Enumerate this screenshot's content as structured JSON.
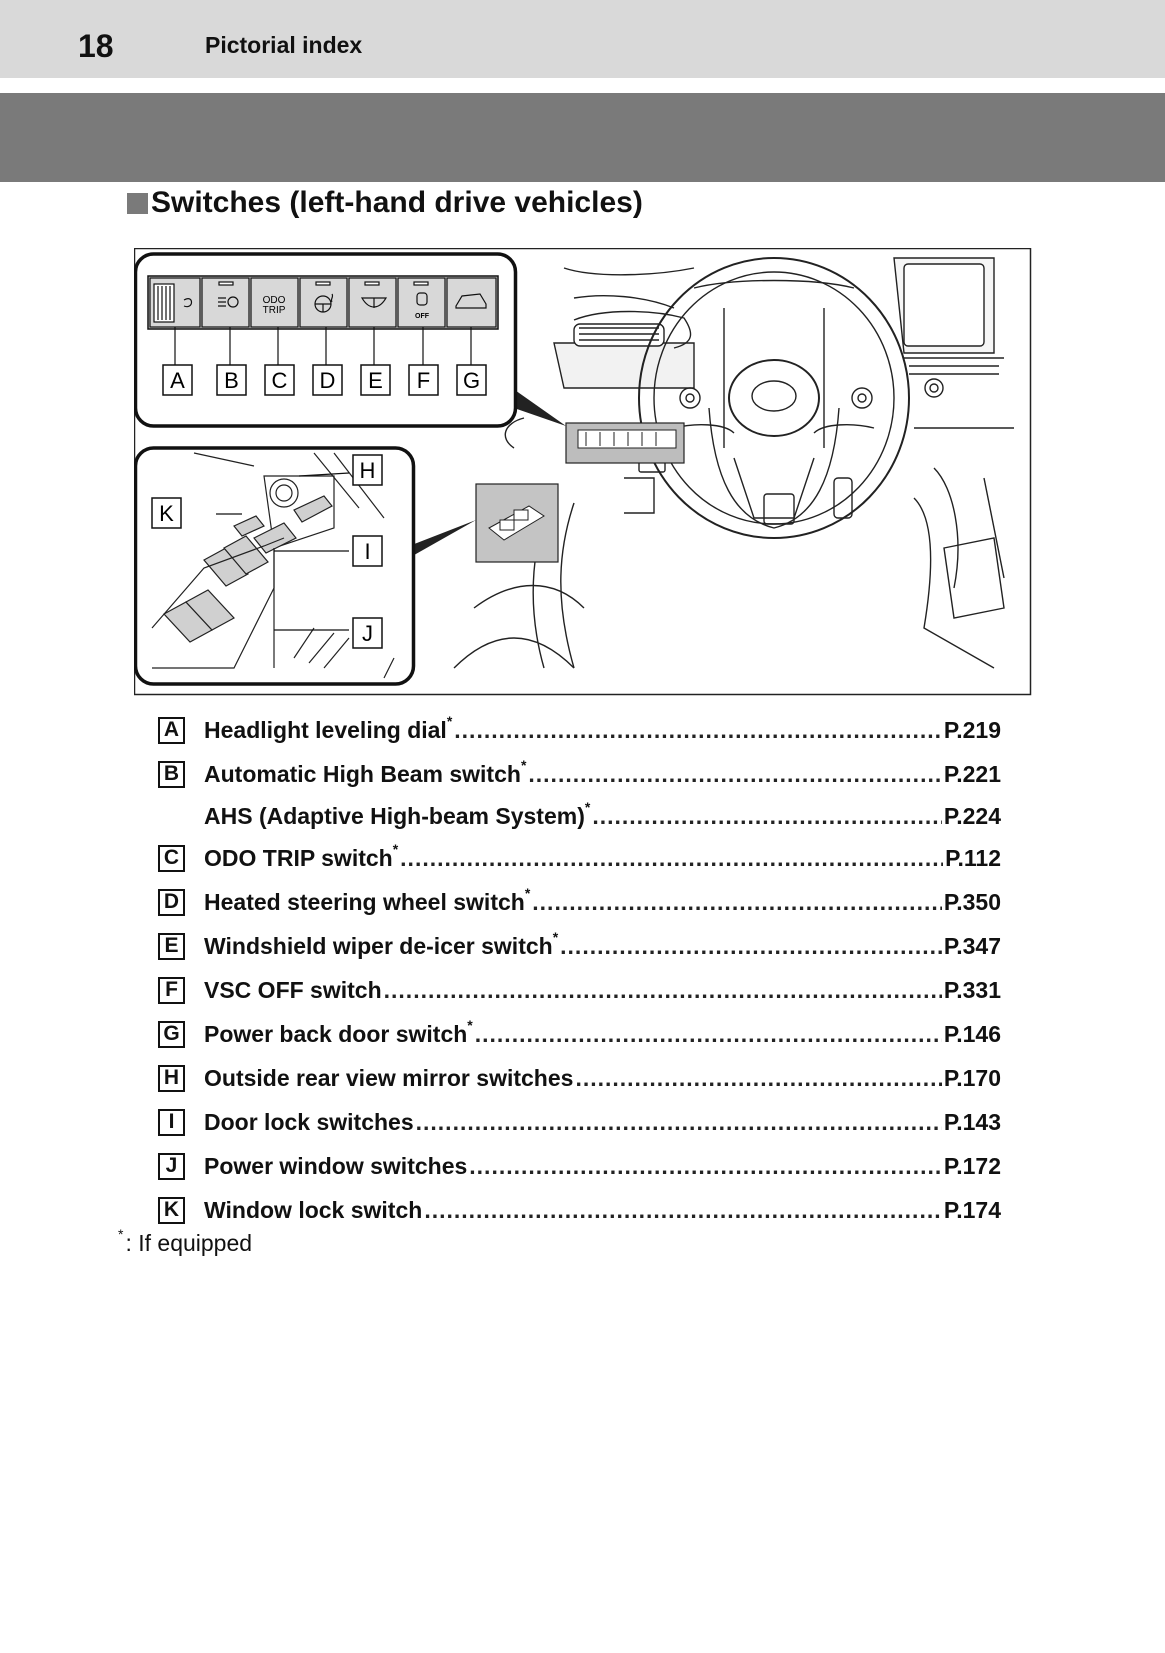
{
  "header": {
    "page_number": "18",
    "title": "Pictorial index"
  },
  "section": {
    "title": "Switches (left-hand drive vehicles)"
  },
  "figure": {
    "callouts": [
      "A",
      "B",
      "C",
      "D",
      "E",
      "F",
      "G",
      "H",
      "I",
      "J",
      "K"
    ],
    "odo_label_top": "ODO",
    "odo_label_bottom": "TRIP",
    "vsc_label": "OFF"
  },
  "entries": [
    {
      "letter": "A",
      "label": "Headlight leveling dial",
      "asterisk": true,
      "page": "P.219"
    },
    {
      "letter": "B",
      "label": "Automatic High Beam switch",
      "asterisk": true,
      "page": "P.221"
    },
    {
      "letter": "",
      "label": "AHS (Adaptive High-beam System)",
      "asterisk": true,
      "page": "P.224"
    },
    {
      "letter": "C",
      "label": "ODO TRIP switch",
      "asterisk": true,
      "page": "P.112"
    },
    {
      "letter": "D",
      "label": "Heated steering wheel switch",
      "asterisk": true,
      "page": "P.350"
    },
    {
      "letter": "E",
      "label": "Windshield wiper de-icer switch",
      "asterisk": true,
      "page": "P.347"
    },
    {
      "letter": "F",
      "label": "VSC OFF switch",
      "asterisk": false,
      "page": "P.331"
    },
    {
      "letter": "G",
      "label": "Power back door switch",
      "asterisk": true,
      "page": "P.146"
    },
    {
      "letter": "H",
      "label": "Outside rear view mirror switches",
      "asterisk": false,
      "page": "P.170"
    },
    {
      "letter": "I",
      "label": "Door lock switches",
      "asterisk": false,
      "page": "P.143"
    },
    {
      "letter": "J",
      "label": "Power window switches",
      "asterisk": false,
      "page": "P.172"
    },
    {
      "letter": "K",
      "label": "Window lock switch",
      "asterisk": false,
      "page": "P.174"
    }
  ],
  "footnote": {
    "mark": "*",
    "text": ": If equipped"
  }
}
